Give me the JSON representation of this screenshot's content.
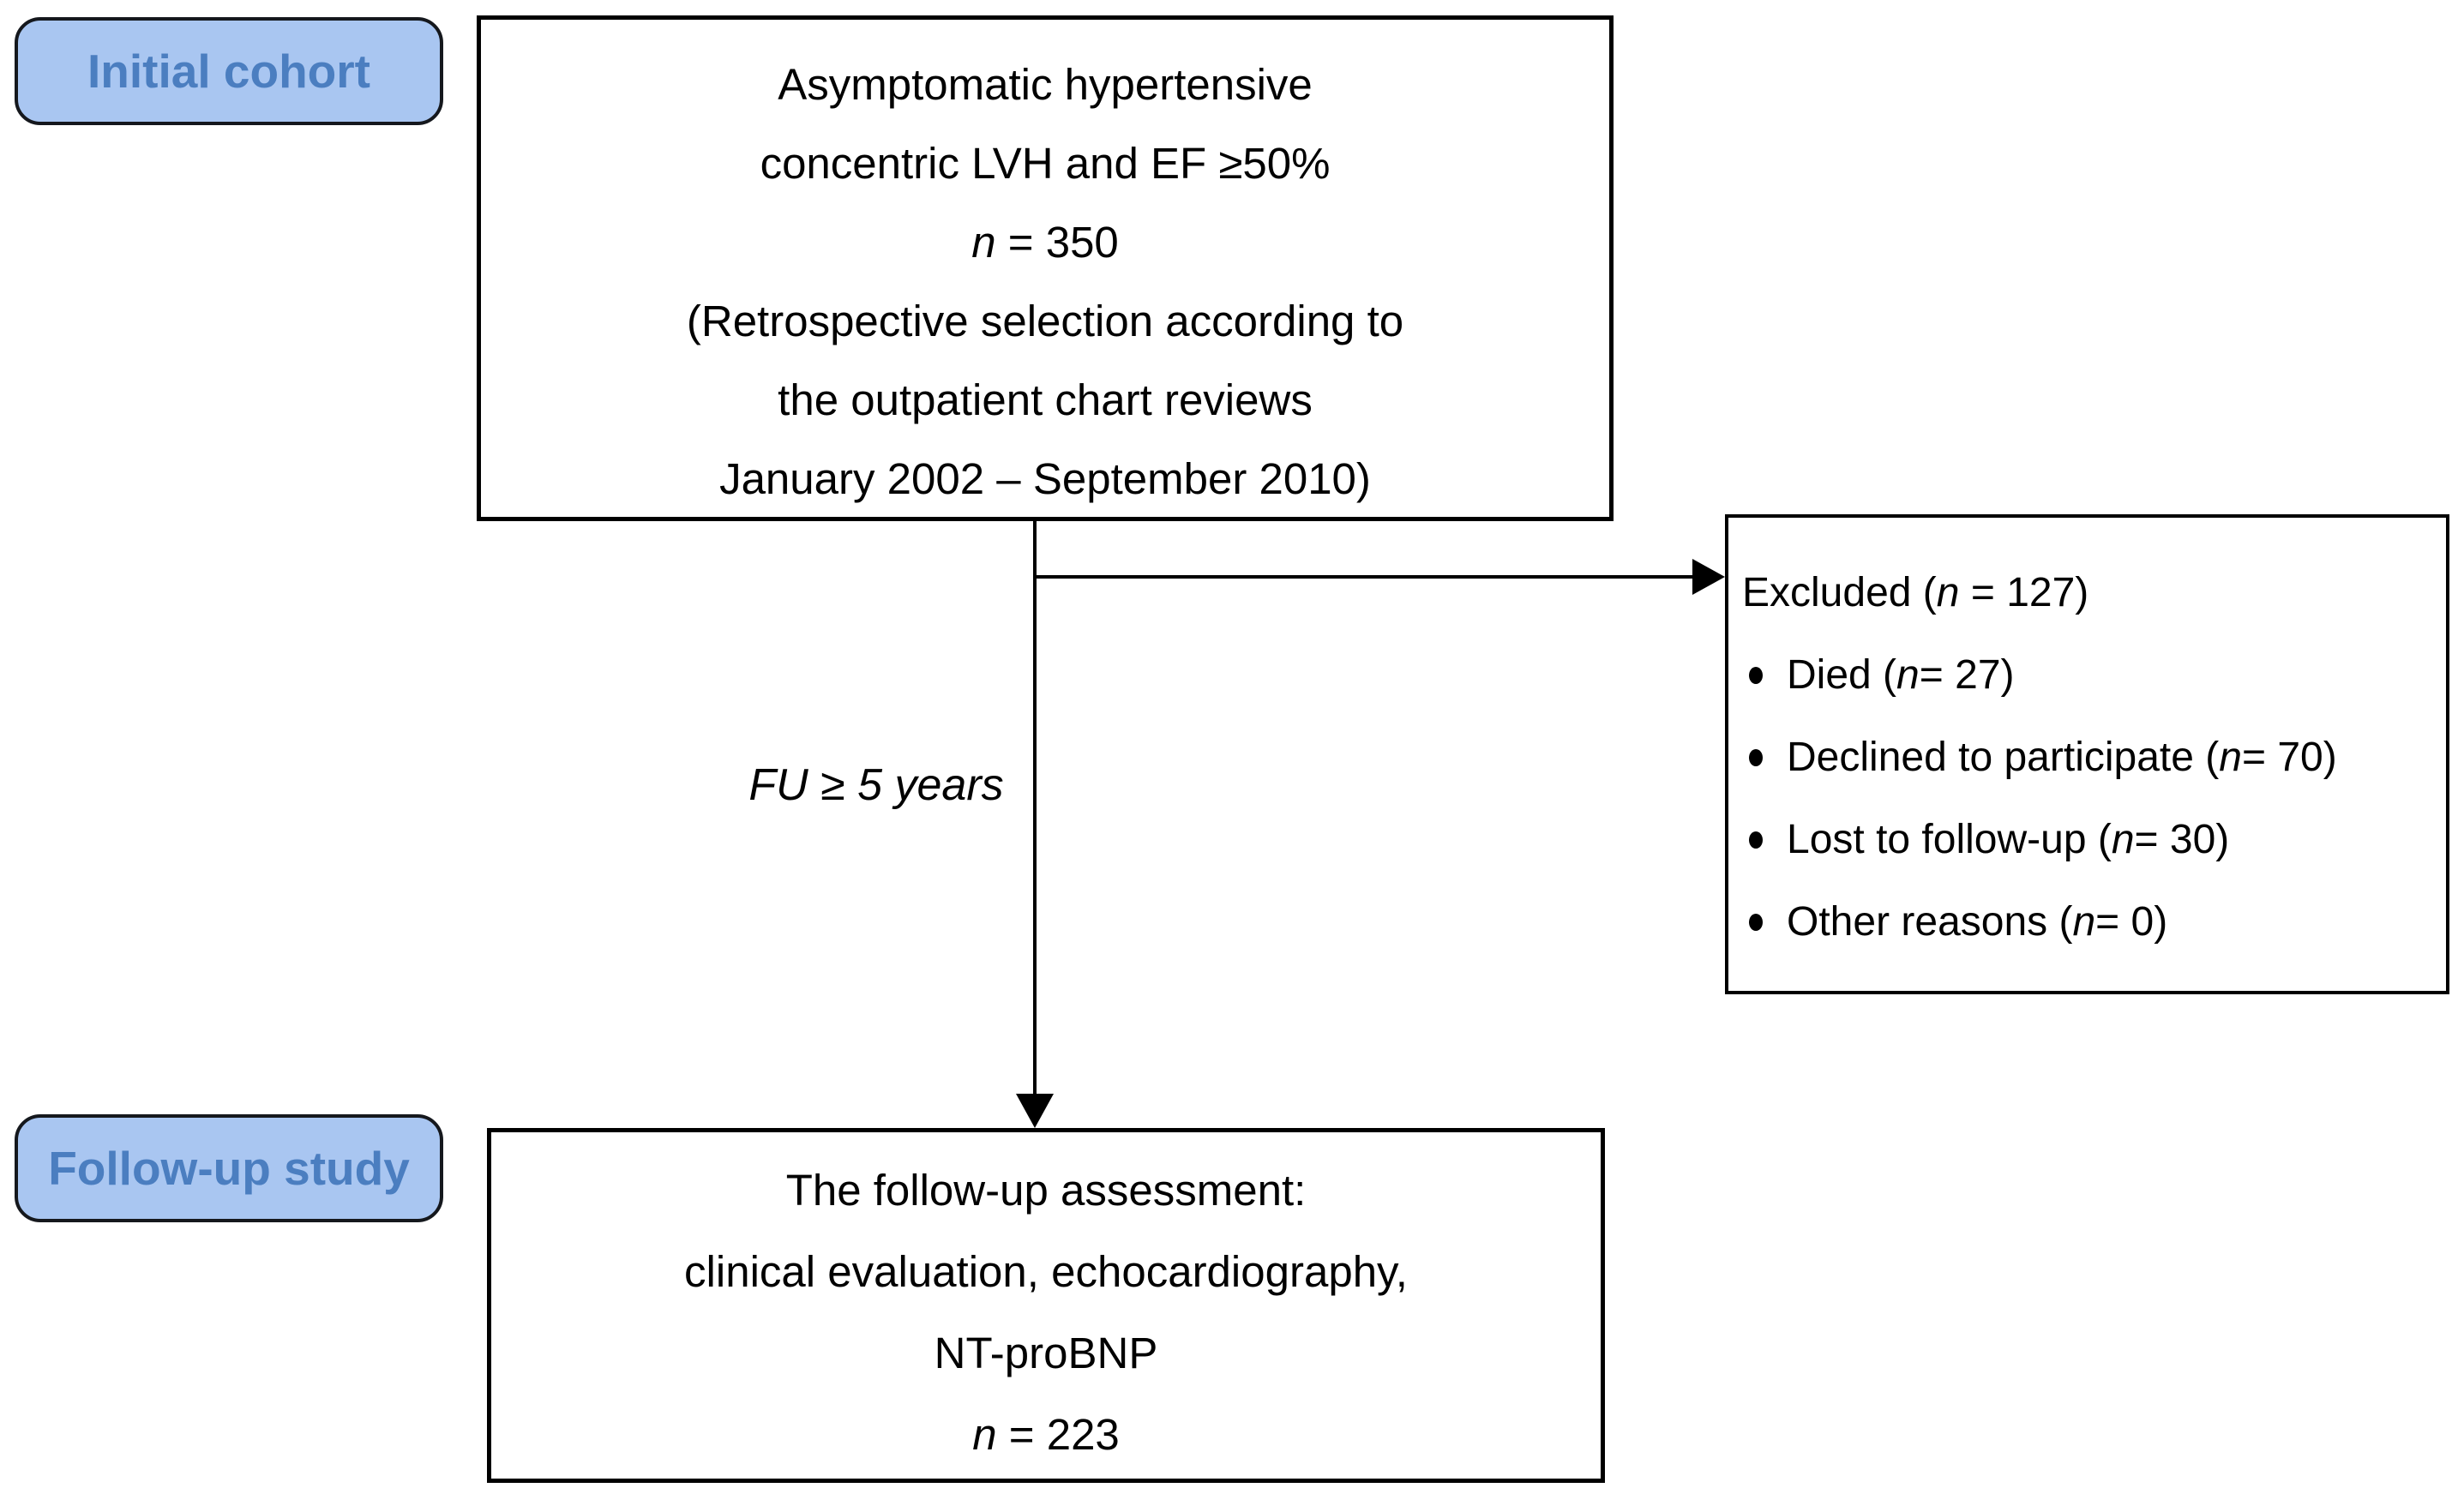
{
  "colors": {
    "background": "#ffffff",
    "label_fill": "#a9c6f1",
    "label_border": "#15181d",
    "label_text": "#4b7ec0",
    "box_border": "#000000",
    "text": "#000000"
  },
  "stage_labels": {
    "initial_cohort": "Initial cohort",
    "followup_study": "Follow-up study"
  },
  "initial_box": {
    "line1": "Asymptomatic hypertensive",
    "line2": "concentric LVH and EF ≥50%",
    "n_italic": "n",
    "n_rest": " = 350",
    "line4": "(Retrospective selection according to",
    "line5": "the outpatient chart reviews",
    "line6": "January 2002 – September 2010)"
  },
  "fu_label": "FU ≥ 5 years",
  "excluded_box": {
    "title_prefix": "Excluded (",
    "title_n": "n",
    "title_suffix": " = 127)",
    "items": [
      {
        "prefix": "Died (",
        "n": "n",
        "suffix": " = 27)"
      },
      {
        "prefix": "Declined to participate (",
        "n": "n",
        "suffix": " = 70)"
      },
      {
        "prefix": "Lost to follow-up (",
        "n": "n",
        "suffix": " = 30)"
      },
      {
        "prefix": "Other reasons (",
        "n": "n",
        "suffix": " = 0)"
      }
    ]
  },
  "followup_box": {
    "line1": "The follow-up assessment:",
    "line2": "clinical evaluation, echocardiography,",
    "line3": "NT-proBNP",
    "n_italic": "n",
    "n_rest": " = 223"
  }
}
